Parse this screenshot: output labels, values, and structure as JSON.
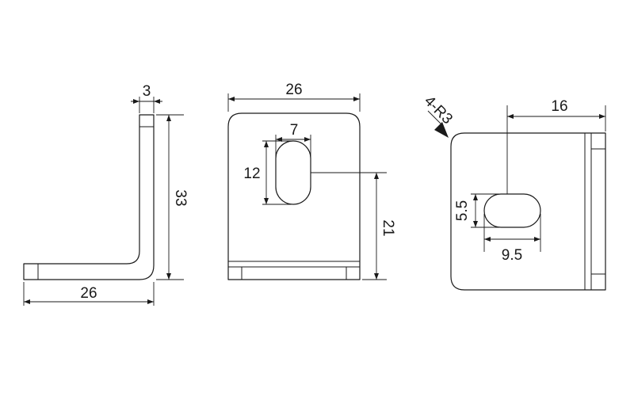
{
  "side_view": {
    "thickness": "3",
    "height": "33",
    "base_length": "26"
  },
  "front_view": {
    "width": "26",
    "slot_width": "7",
    "slot_length": "12",
    "slot_height_from_base": "21"
  },
  "top_view": {
    "corner_radius": "4-R3",
    "hole_offset": "16",
    "hole_width": "5.5",
    "hole_length": "9.5"
  }
}
